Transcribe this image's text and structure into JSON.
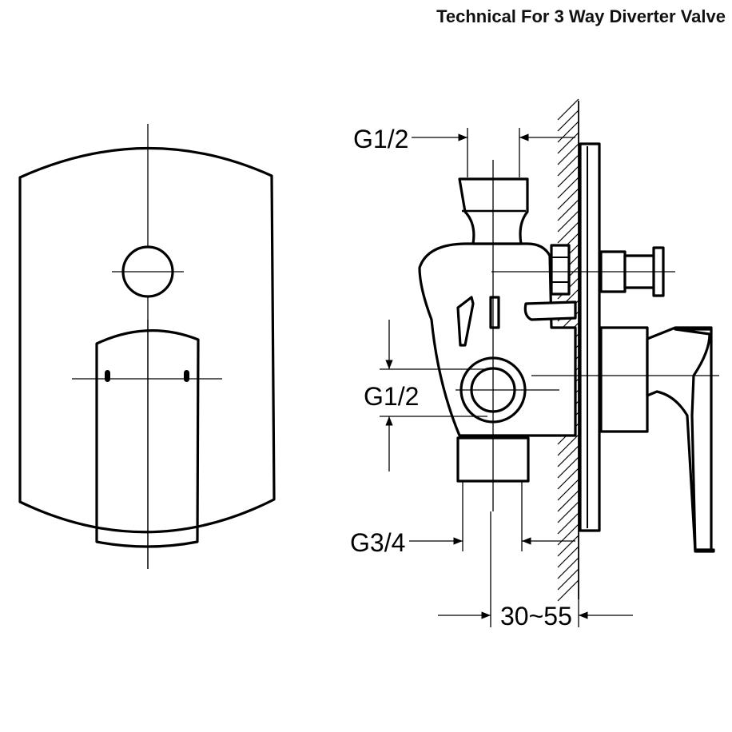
{
  "title": "Technical For 3 Way Diverter Valve",
  "dimensions": {
    "inlet_top": "G1/2",
    "inlet_side": "G1/2",
    "outlet_bottom": "G3/4",
    "wall_depth": "30~55"
  }
}
